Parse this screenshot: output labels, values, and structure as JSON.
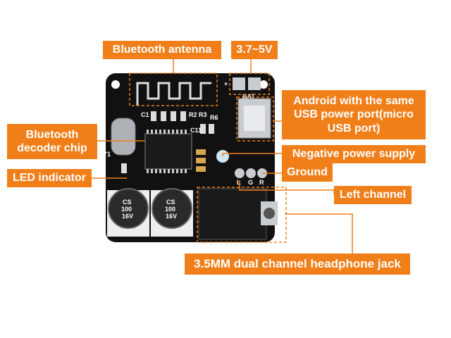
{
  "labels": {
    "antenna": "Bluetooth antenna",
    "voltage": "3.7~5V",
    "usb_line1": "Android with the same",
    "usb_line2": "USB power port(micro",
    "usb_line3": "USB port)",
    "decoder_line1": "Bluetooth",
    "decoder_line2": "decoder chip",
    "negative": "Negative power supply",
    "led": "LED indicator",
    "ground": "Ground",
    "left": "Left channel",
    "jack": "3.5MM dual channel headphone jack"
  },
  "silkscreen": {
    "cap_top": "CS",
    "cap_mid": "100",
    "cap_bot": "16V",
    "bat": "BAT",
    "plus": "+",
    "minus": "–",
    "c1": "C1",
    "r2": "R2",
    "r3": "R3",
    "r6": "R6",
    "c11": "C11",
    "y1": "Y1",
    "l": "L",
    "g": "G",
    "r": "R"
  },
  "colors": {
    "accent": "#f07f1a",
    "board": "#111111",
    "silver": "#c9ccd0"
  }
}
